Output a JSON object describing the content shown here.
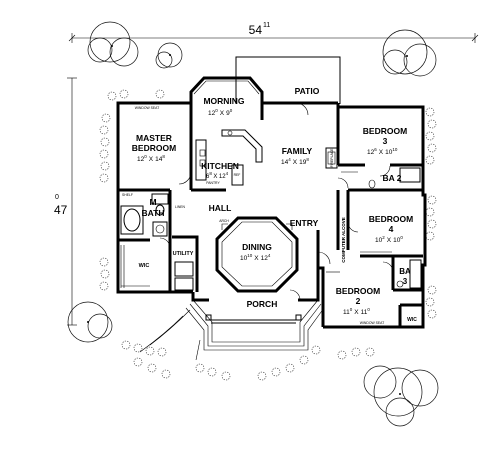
{
  "dimensions": {
    "overall_width": "54",
    "overall_width_sup": "11",
    "overall_depth": "47",
    "overall_depth_sup": "0"
  },
  "rooms": {
    "patio": "PATIO",
    "morning": {
      "name": "MORNING",
      "w": "12",
      "w_sup": "0",
      "sep": "X",
      "d": "9",
      "d_sup": "0"
    },
    "master_bedroom": {
      "name1": "MASTER",
      "name2": "BEDROOM",
      "w": "12",
      "w_sup": "0",
      "sep": "X",
      "d": "14",
      "d_sup": "8"
    },
    "kitchen": {
      "name": "KITCHEN",
      "w": "6",
      "w_sup": "8",
      "sep": "X",
      "d": "12",
      "d_sup": "4"
    },
    "family": {
      "name": "FAMILY",
      "w": "14",
      "w_sup": "4",
      "sep": "X",
      "d": "19",
      "d_sup": "8"
    },
    "bedroom3": {
      "name1": "BEDROOM",
      "name2": "3",
      "w": "12",
      "w_sup": "6",
      "sep": "X",
      "d": "10",
      "d_sup": "10"
    },
    "ba2": "BA 2",
    "bedroom4": {
      "name1": "BEDROOM",
      "name2": "4",
      "w": "10",
      "w_sup": "2",
      "sep": "X",
      "d": "10",
      "d_sup": "0"
    },
    "m_bath": {
      "name1": "M",
      "name2": "BATH"
    },
    "hall": "HALL",
    "entry": "ENTRY",
    "dining": {
      "name": "DINING",
      "w": "10",
      "w_sup": "10",
      "sep": "X",
      "d": "12",
      "d_sup": "4"
    },
    "utility": "UTILITY",
    "wic_master": "WIC",
    "ba3_name": "BA",
    "ba3_num": "3",
    "bedroom2": {
      "name1": "BEDROOM",
      "name2": "2",
      "w": "11",
      "w_sup": "0",
      "sep": "X",
      "d": "11",
      "d_sup": "0"
    },
    "wic_bed2": "WIC",
    "porch": "PORCH",
    "computer_alcove": "COMPUTER ALCOVE"
  },
  "small_labels": {
    "window_seat_top": "WINDOW SEAT",
    "window_seat_bottom": "WINDOW SEAT",
    "pantry": "PANTRY",
    "fireplace": "FIREPLACE",
    "ref": "REF",
    "linen": "LINEN",
    "shelf": "SHELF",
    "arch": "ARCH"
  }
}
